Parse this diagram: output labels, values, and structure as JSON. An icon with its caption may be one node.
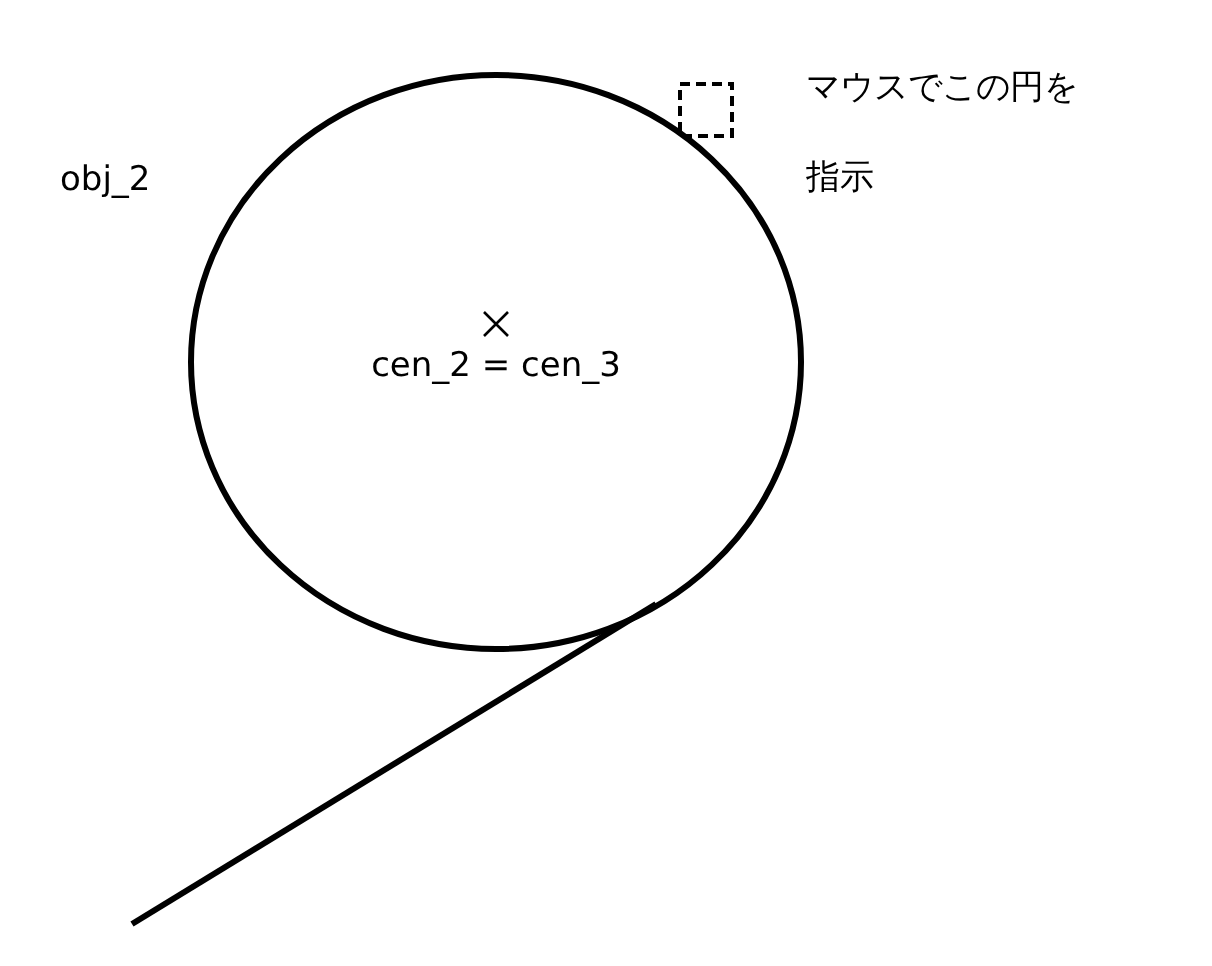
{
  "diagram": {
    "nodes": [
      {
        "text": [
          "cen_2 = cen_3"
        ],
        "beside": [
          "obj_2"
        ]
      }
    ],
    "labels": [
      "マウスでこの円を指示"
    ]
  }
}
